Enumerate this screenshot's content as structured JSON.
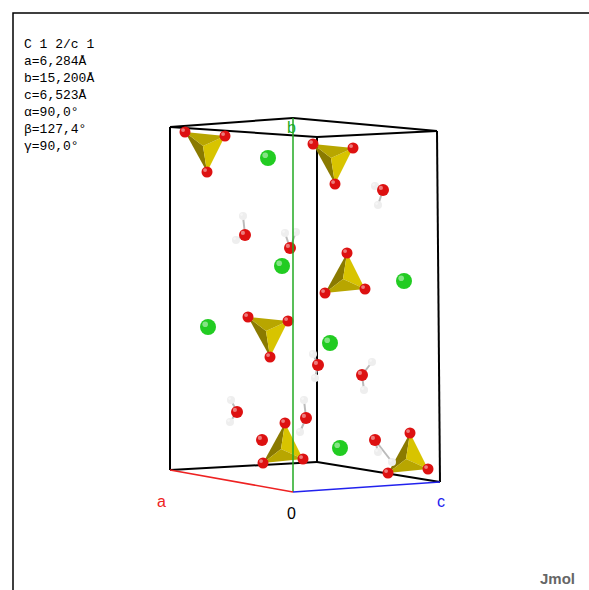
{
  "diagram": {
    "labels": [
      "C 1 2/c 1",
      "a=6,284Å",
      "b=15,200Å",
      "c=6,523Å",
      "α=90,0°",
      "β=127,4°",
      "γ=90,0°",
      "a",
      "b",
      "c",
      "0",
      "Jmol"
    ]
  }
}
